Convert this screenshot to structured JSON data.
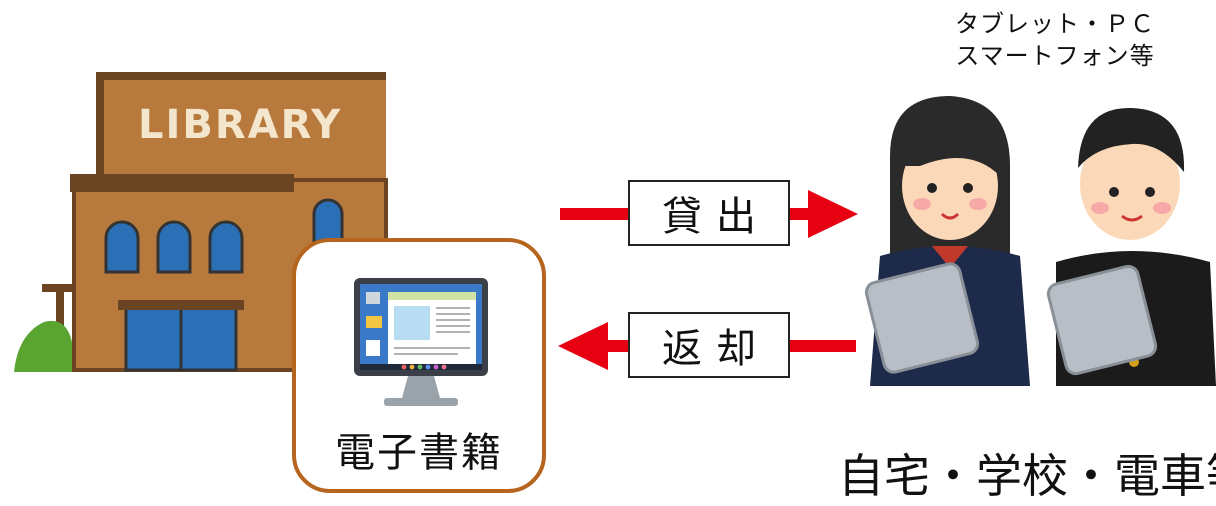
{
  "library": {
    "sign_text": "LIBRARY"
  },
  "ebook": {
    "label": "電子書籍"
  },
  "lend": {
    "label": "貸出"
  },
  "return": {
    "label": "返却"
  },
  "devices": {
    "line1": "タブレット・ＰＣ",
    "line2": "スマートフォン等"
  },
  "location": {
    "label": "自宅・学校・電車等"
  },
  "colors": {
    "arrow": "#e60012",
    "ebook_border": "#b5651d",
    "brick": "#b77a3c"
  }
}
